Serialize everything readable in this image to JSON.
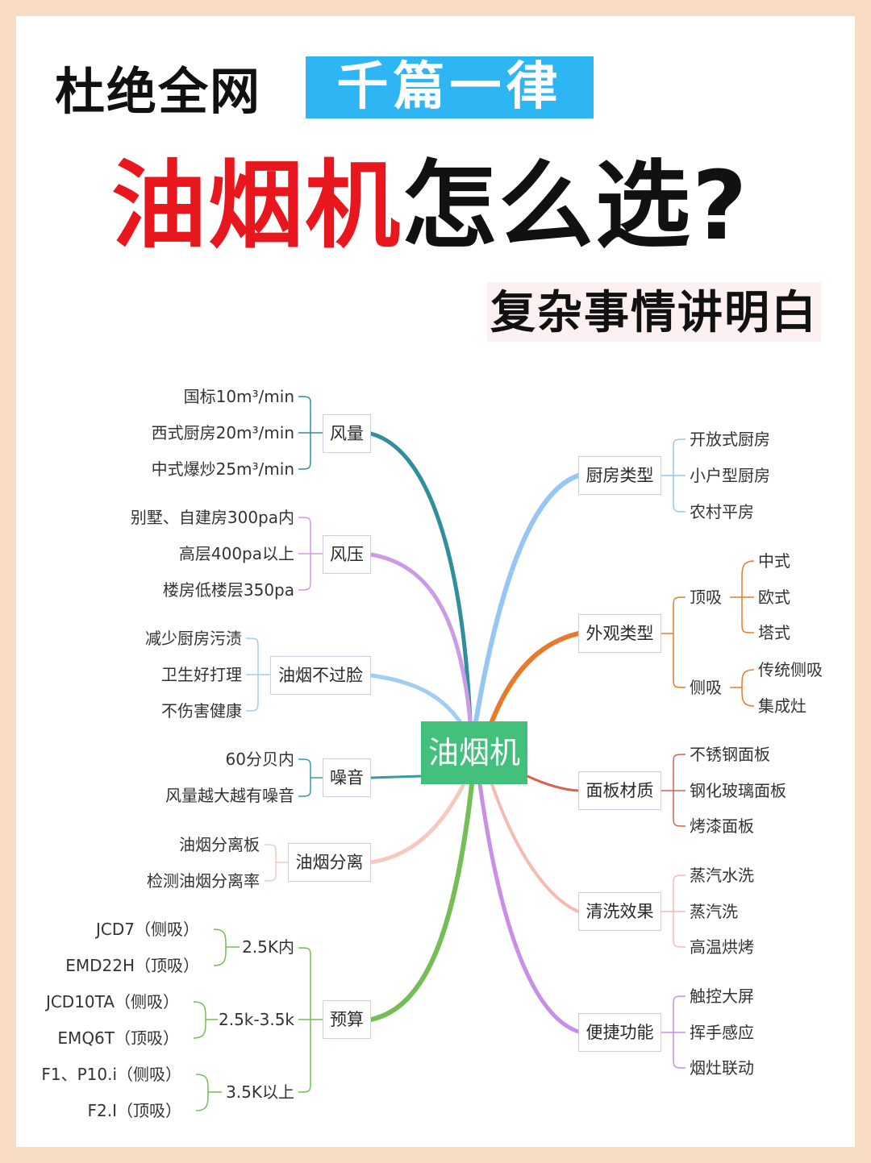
{
  "header": {
    "left_title": "杜绝全网",
    "badge": "千篇一律",
    "main_title_red": "油烟机",
    "main_title_black": "怎么选?",
    "subtitle": "复杂事情讲明白"
  },
  "mindmap": {
    "center": "油烟机",
    "left": [
      {
        "label": "风量",
        "children": [
          "国标10m³/min",
          "西式厨房20m³/min",
          "中式爆炒25m³/min"
        ]
      },
      {
        "label": "风压",
        "children": [
          "别墅、自建房300pa内",
          "高层400pa以上",
          "楼房低楼层350pa"
        ]
      },
      {
        "label": "油烟不过脸",
        "children": [
          "减少厨房污渍",
          "卫生好打理",
          "不伤害健康"
        ]
      },
      {
        "label": "噪音",
        "children": [
          "60分贝内",
          "风量越大越有噪音"
        ]
      },
      {
        "label": "油烟分离",
        "children": [
          "油烟分离板",
          "检测油烟分离率"
        ]
      },
      {
        "label": "预算",
        "groups": [
          {
            "label": "2.5K内",
            "children": [
              "JCD7（侧吸）",
              "EMD22H（顶吸）"
            ]
          },
          {
            "label": "2.5k-3.5k",
            "children": [
              "JCD10TA（侧吸）",
              "EMQ6T（顶吸）"
            ]
          },
          {
            "label": "3.5K以上",
            "children": [
              "F1、P10.i（侧吸）",
              "F2.I（顶吸）"
            ]
          }
        ]
      }
    ],
    "right": [
      {
        "label": "厨房类型",
        "children": [
          "开放式厨房",
          "小户型厨房",
          "农村平房"
        ]
      },
      {
        "label": "外观类型",
        "groups": [
          {
            "label": "顶吸",
            "children": [
              "中式",
              "欧式",
              "塔式"
            ]
          },
          {
            "label": "侧吸",
            "children": [
              "传统侧吸",
              "集成灶"
            ]
          }
        ]
      },
      {
        "label": "面板材质",
        "children": [
          "不锈钢面板",
          "钢化玻璃面板",
          "烤漆面板"
        ]
      },
      {
        "label": "清洗效果",
        "children": [
          "蒸汽水洗",
          "蒸汽洗",
          "高温烘烤"
        ]
      },
      {
        "label": "便捷功能",
        "children": [
          "触控大屏",
          "挥手感应",
          "烟灶联动"
        ]
      }
    ]
  },
  "colors": {
    "page_bg": "#f8ddc4",
    "badge_bg": "#2db6f3",
    "title_red": "#e8171d",
    "center_node": "#44c07d",
    "branch_fengliang": "#2f8f9d",
    "branch_fengya": "#cc9be6",
    "branch_youyan": "#9fcdf3",
    "branch_zaoyin": "#3a9aa3",
    "branch_fenli": "#f7c7c2",
    "branch_yusuan": "#74be55",
    "branch_chufang": "#95c6f5",
    "branch_waiguan": "#e87a2c",
    "branch_mianban": "#d9604d",
    "branch_qingxi": "#f7b9b4",
    "branch_bianjie": "#c88ee8"
  }
}
